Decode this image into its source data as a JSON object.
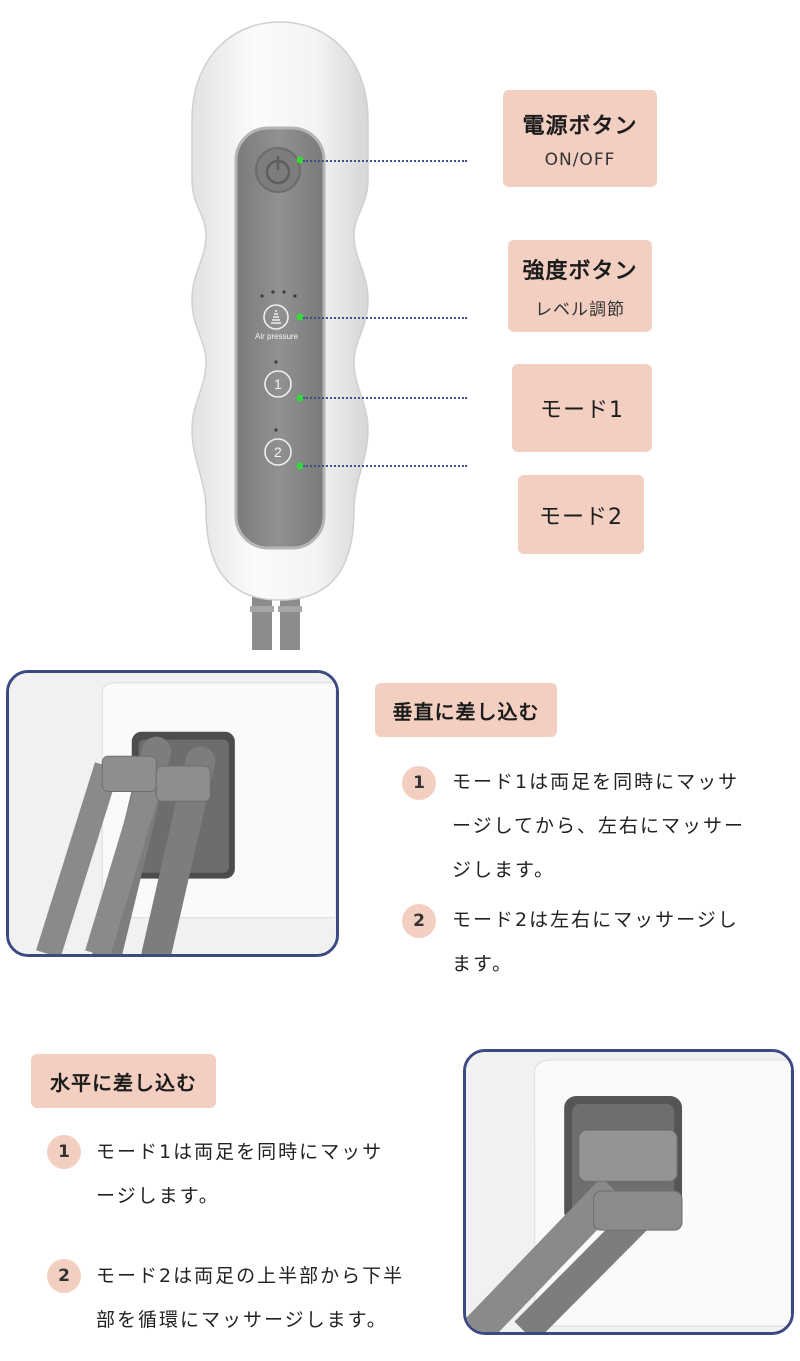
{
  "remote": {
    "air_pressure_label": "Air pressure",
    "mode1_symbol": "1",
    "mode2_symbol": "2",
    "colors": {
      "shell": "#f3f3f3",
      "panel": "#8a8a8a",
      "indicator": "#39d83a"
    }
  },
  "callouts": [
    {
      "title": "電源ボタン",
      "sub": "ON/OFF"
    },
    {
      "title": "強度ボタン",
      "sub": "レベル調節"
    },
    {
      "title": "モード1"
    },
    {
      "title": "モード2"
    }
  ],
  "vertical": {
    "title": "垂直に差し込む",
    "items": [
      {
        "num": "1",
        "text": [
          "モード1は両足を同時にマッサ",
          "ージしてから、左右にマッサー",
          "ジします。"
        ]
      },
      {
        "num": "2",
        "text": [
          "モード2は左右にマッサージし",
          "ます。"
        ]
      }
    ]
  },
  "horizontal": {
    "title": "水平に差し込む",
    "items": [
      {
        "num": "1",
        "text": [
          "モード1は両足を同時にマッサ",
          "ージします。"
        ]
      },
      {
        "num": "2",
        "text": [
          "モード2は両足の上半部から下半",
          "部を循環にマッサージします。"
        ]
      }
    ]
  },
  "colors": {
    "tag": "#f2cfc1",
    "frame": "#3c4a84",
    "tube": "#7d7d7d"
  }
}
